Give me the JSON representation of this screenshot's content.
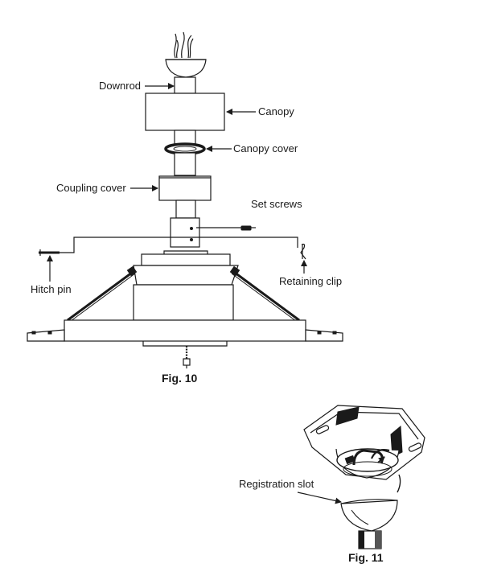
{
  "figure10": {
    "caption": "Fig. 10",
    "labels": {
      "downrod": "Downrod",
      "canopy": "Canopy",
      "canopy_cover": "Canopy cover",
      "coupling_cover": "Coupling cover",
      "set_screws": "Set screws",
      "hitch_pin": "Hitch pin",
      "retaining_clip": "Retaining clip"
    }
  },
  "figure11": {
    "caption": "Fig. 11",
    "labels": {
      "registration_slot": "Registration slot"
    }
  }
}
